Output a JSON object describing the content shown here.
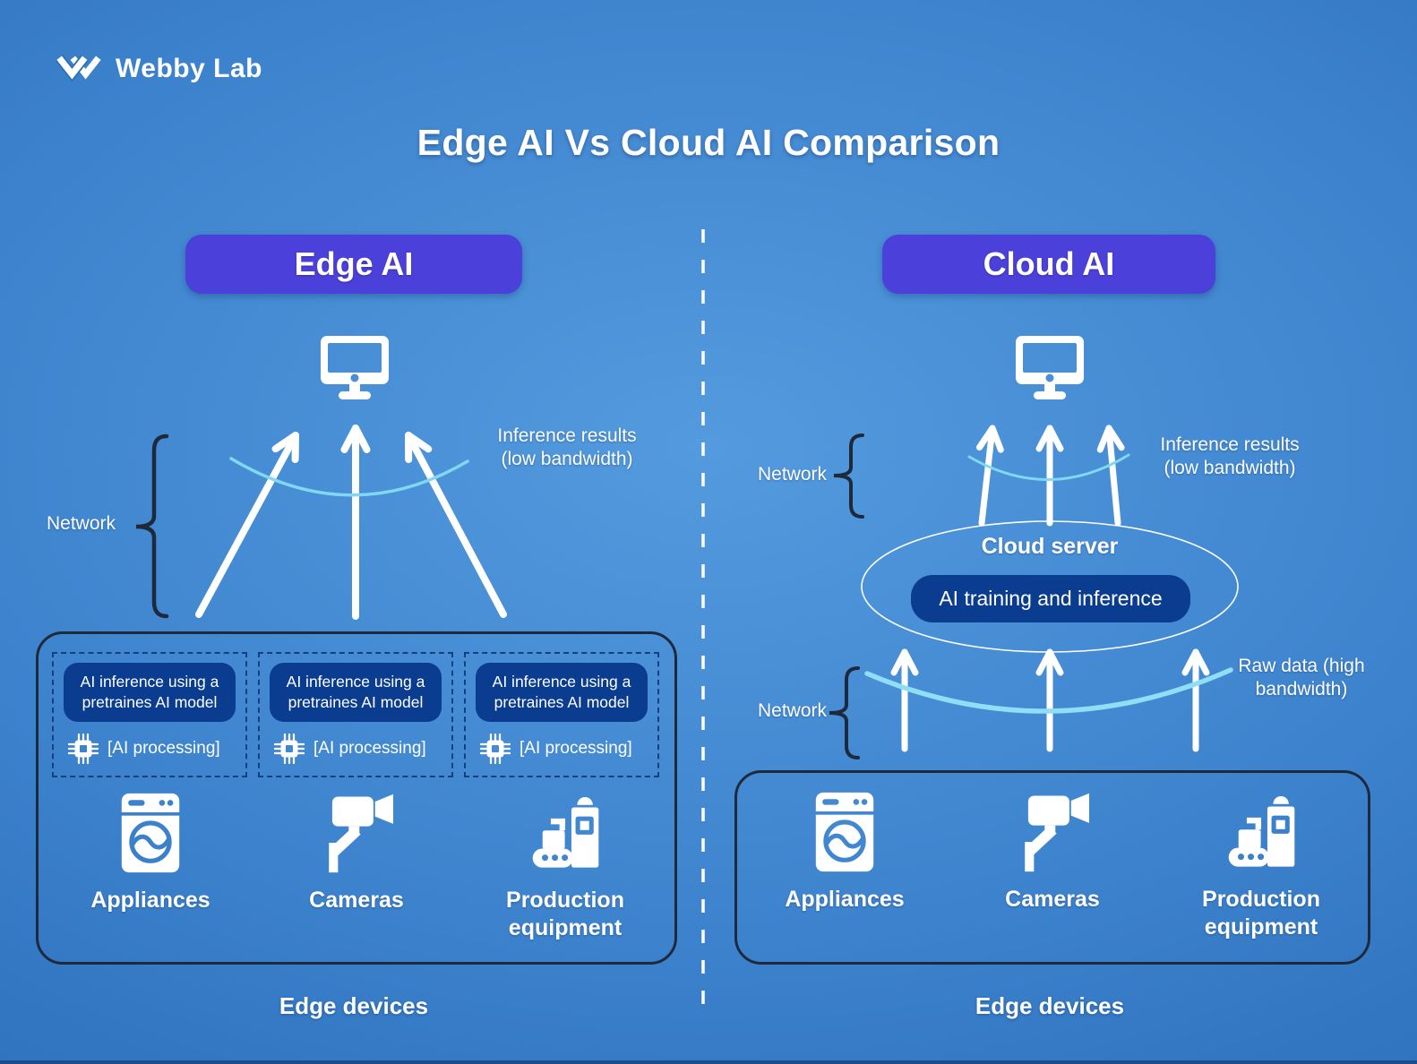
{
  "brand": {
    "name": "Webby Lab"
  },
  "title": "Edge AI Vs Cloud AI Comparison",
  "colors": {
    "accent_purple": "#4c40da",
    "deep_blue_pill": "#0a3c90",
    "arc_light_blue": "#80d8f4",
    "outline_dark": "#1e2a3c",
    "arrow_white": "#ffffff"
  },
  "left_panel": {
    "header": "Edge AI",
    "monitor_icon": "computer-monitor-icon",
    "network_label": "Network",
    "inference_results": {
      "line1": "Inference results",
      "line2": "(low bandwidth)"
    },
    "inference_boxes": [
      {
        "icon": "chip-icon",
        "pill": "AI inference using a pretraines AI model",
        "processing": "[AI processing]"
      },
      {
        "icon": "chip-icon",
        "pill": "AI inference using a pretraines AI model",
        "processing": "[AI processing]"
      },
      {
        "icon": "chip-icon",
        "pill": "AI inference using a pretraines AI model",
        "processing": "[AI processing]"
      }
    ],
    "devices": [
      {
        "icon": "washing-machine-icon",
        "label": "Appliances"
      },
      {
        "icon": "cctv-camera-icon",
        "label": "Cameras"
      },
      {
        "icon": "production-equipment-icon",
        "label": "Production equipment"
      }
    ],
    "footer": "Edge devices"
  },
  "right_panel": {
    "header": "Cloud AI",
    "monitor_icon": "computer-monitor-icon",
    "network_label_top": "Network",
    "network_label_bottom": "Network",
    "inference_results": {
      "line1": "Inference results",
      "line2": "(low bandwidth)"
    },
    "raw_data": {
      "line1": "Raw data (high",
      "line2": "bandwidth)"
    },
    "cloud_server": {
      "title": "Cloud server",
      "pill": "AI training and inference"
    },
    "devices": [
      {
        "icon": "washing-machine-icon",
        "label": "Appliances"
      },
      {
        "icon": "cctv-camera-icon",
        "label": "Cameras"
      },
      {
        "icon": "production-equipment-icon",
        "label": "Production equipment"
      }
    ],
    "footer": "Edge devices"
  }
}
